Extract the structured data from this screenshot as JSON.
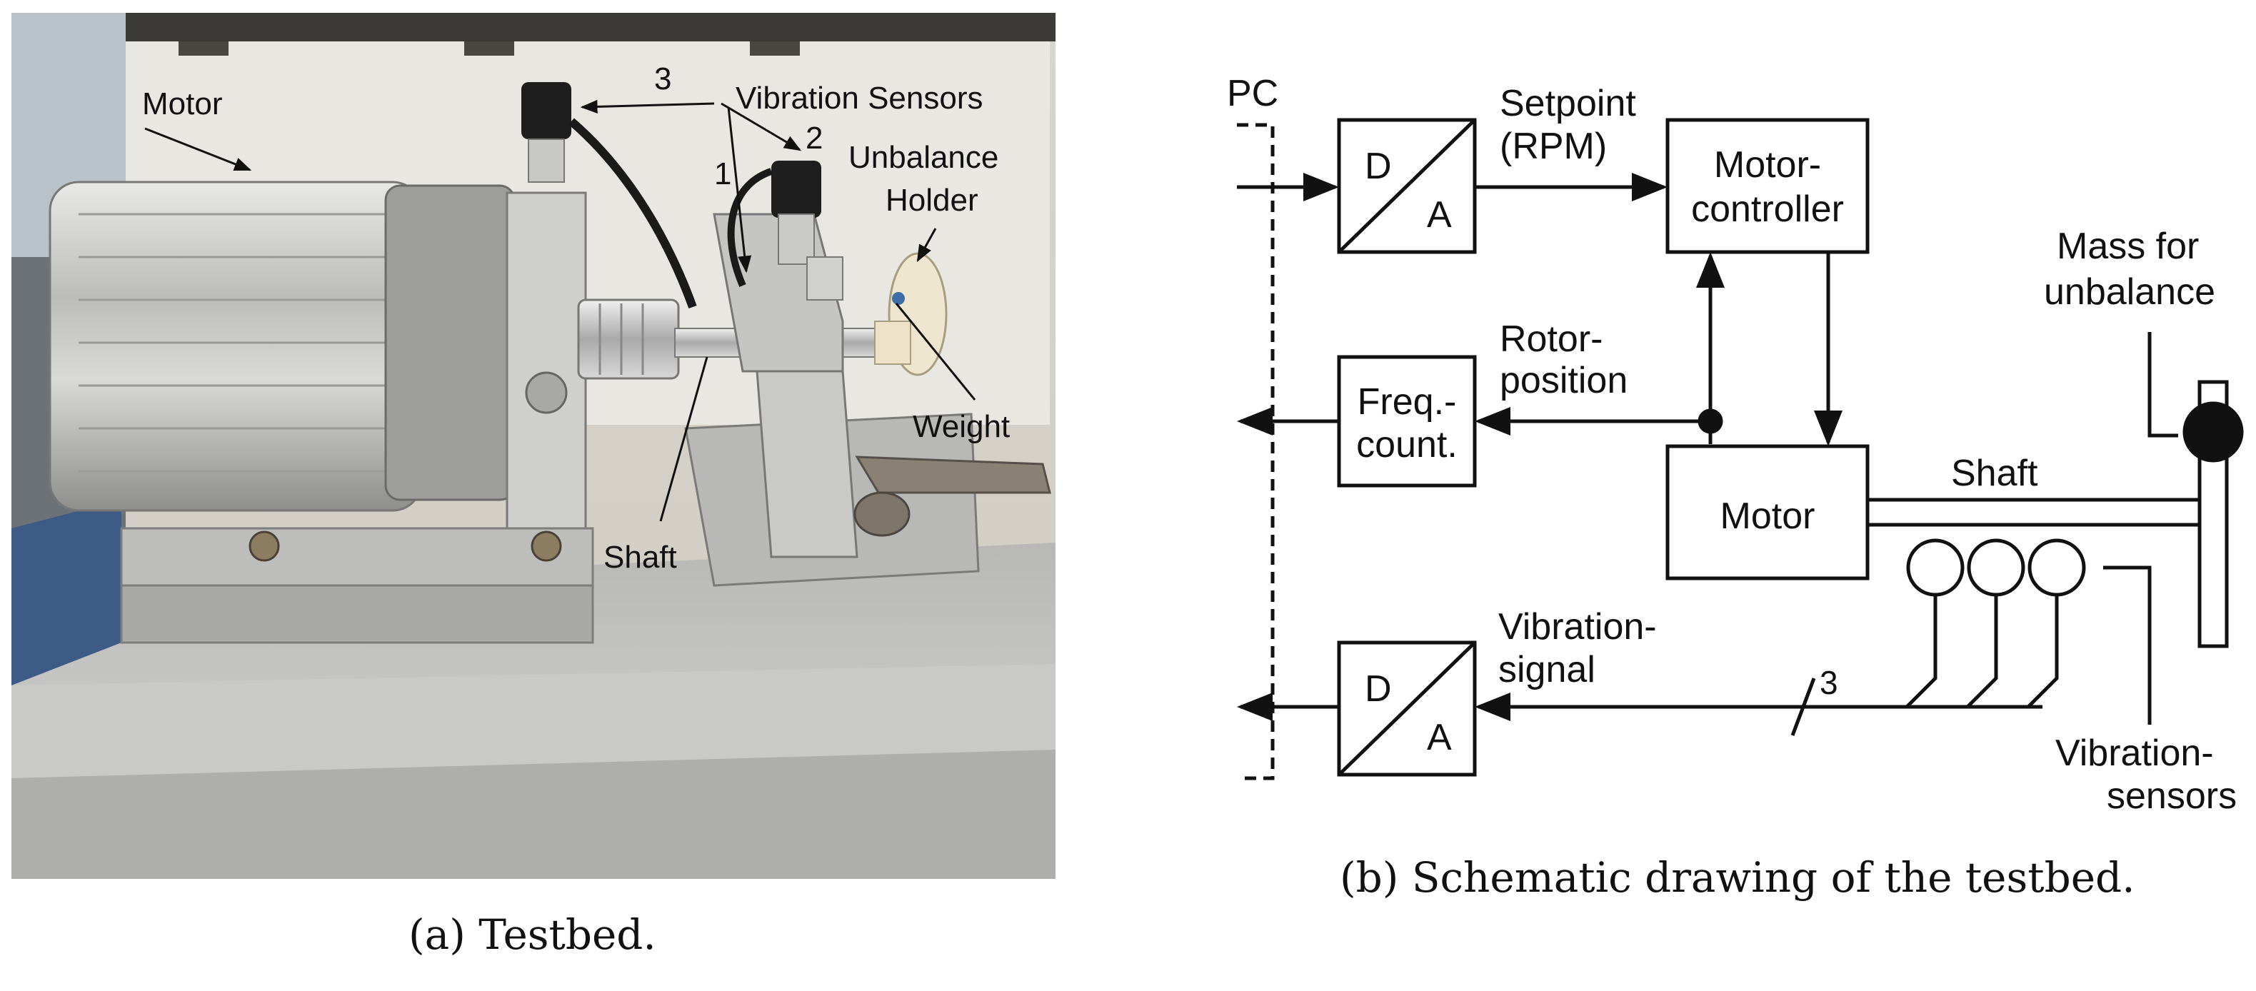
{
  "photo": {
    "labels": {
      "motor": "Motor",
      "vibration_sensors": "Vibration Sensors",
      "sensor_3": "3",
      "sensor_2": "2",
      "sensor_1": "1",
      "unbalance_holder_line1": "Unbalance",
      "unbalance_holder_line2": "Holder",
      "weight": "Weight",
      "shaft": "Shaft"
    },
    "caption": "(a) Testbed."
  },
  "schematic": {
    "labels": {
      "pc": "PC",
      "setpoint_line1": "Setpoint",
      "setpoint_line2": "(RPM)",
      "motor_controller_line1": "Motor-",
      "motor_controller_line2": "controller",
      "dac_top_d": "D",
      "dac_top_a": "A",
      "rotor_position_line1": "Rotor-",
      "rotor_position_line2": "position",
      "freq_count_line1": "Freq.-",
      "freq_count_line2": "count.",
      "motor": "Motor",
      "shaft": "Shaft",
      "mass_line1": "Mass for",
      "mass_line2": "unbalance",
      "vibration_signal_line1": "Vibration-",
      "vibration_signal_line2": "signal",
      "bus_count": "3",
      "adc_bottom_d": "D",
      "adc_bottom_a": "A",
      "vibration_sensors_line1": "Vibration-",
      "vibration_sensors_line2": "sensors"
    },
    "caption": "(b) Schematic drawing of the testbed."
  }
}
